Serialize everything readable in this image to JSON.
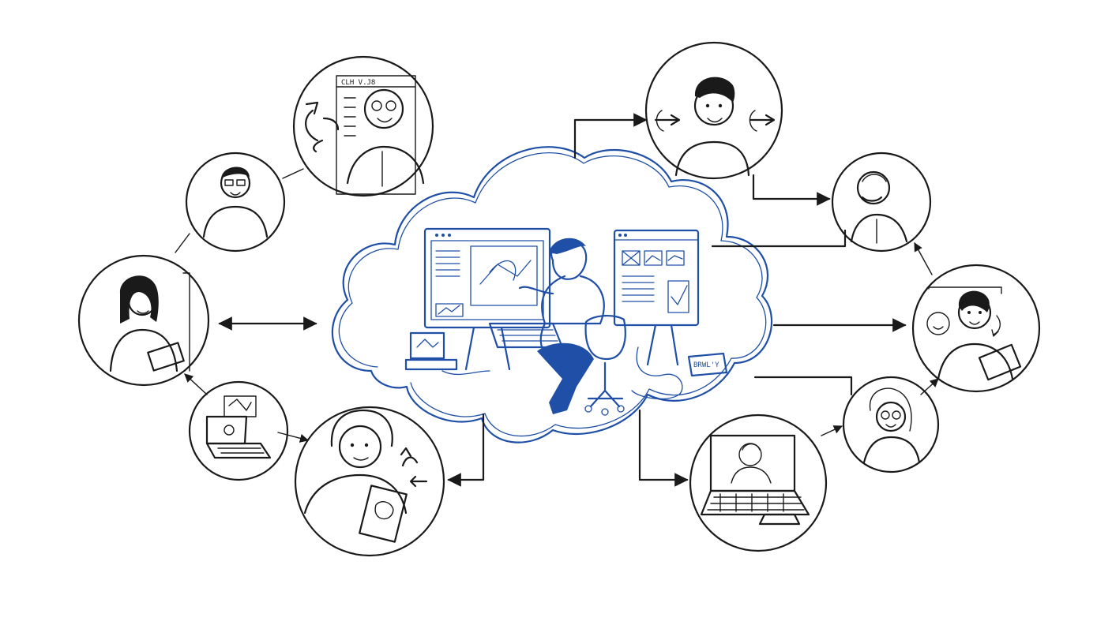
{
  "diagram": {
    "center_label": "",
    "nodes": [
      {
        "id": "reviewer-top-left",
        "label": ""
      },
      {
        "id": "person-glasses-left",
        "label": ""
      },
      {
        "id": "woman-tablet-left",
        "label": ""
      },
      {
        "id": "laptop-bottom-left",
        "label": ""
      },
      {
        "id": "woman-document-bottom",
        "label": ""
      },
      {
        "id": "man-arrows-top-right",
        "label": ""
      },
      {
        "id": "bald-man-right",
        "label": ""
      },
      {
        "id": "man-clipboard-right",
        "label": ""
      },
      {
        "id": "woman-glasses-right",
        "label": ""
      },
      {
        "id": "laptop-video-bottom-right",
        "label": ""
      }
    ],
    "screen_text_top_left": "CLH V.J8",
    "device_text_center": "BRWL'Y"
  }
}
